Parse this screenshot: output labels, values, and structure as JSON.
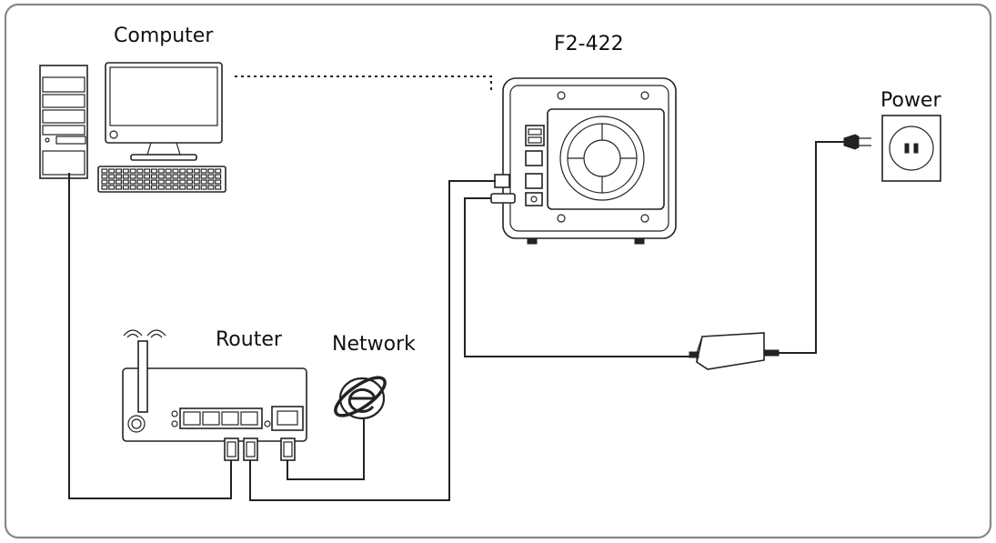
{
  "labels": {
    "computer": "Computer",
    "nas": "F2-422",
    "power": "Power",
    "router": "Router",
    "network": "Network"
  },
  "colors": {
    "line": "#222222",
    "frame": "#888888",
    "background": "#ffffff"
  },
  "icons": [
    "desktop-tower-icon",
    "monitor-icon",
    "keyboard-icon",
    "nas-icon",
    "power-outlet-icon",
    "power-plug-icon",
    "power-adapter-icon",
    "router-icon",
    "internet-explorer-icon"
  ]
}
